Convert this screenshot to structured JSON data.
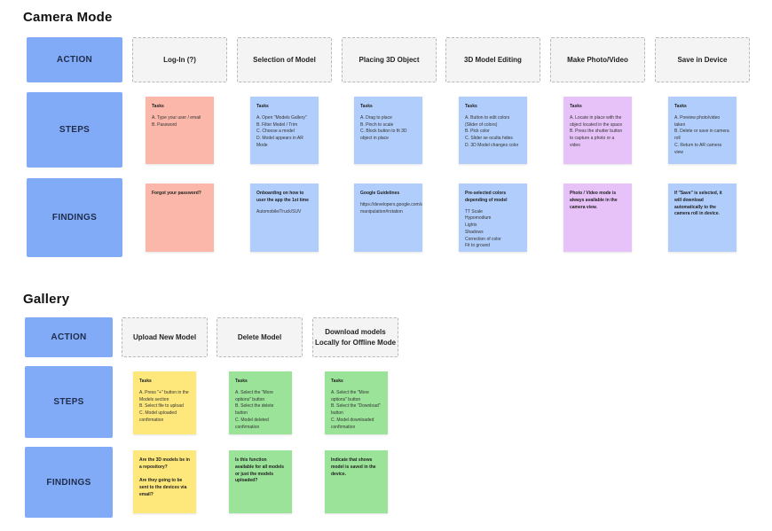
{
  "colors": {
    "row_label": "#82abf7",
    "action_box": "#f4f4f4",
    "note_pink": "#fbb8aa",
    "note_blue": "#b1cdfb",
    "note_purple": "#e7c2f9",
    "note_yellow": "#fee87b",
    "note_green": "#9ae398"
  },
  "camera_mode": {
    "title": "Camera Mode",
    "rows": {
      "action": "ACTION",
      "steps": "STEPS",
      "findings": "FINDINGS"
    },
    "actions": [
      "Log-In (?)",
      "Selection of Model",
      "Placing 3D Object",
      "3D Model Editing",
      "Make Photo/Video",
      "Save in Device"
    ],
    "steps": [
      {
        "title": "Tasks",
        "body": "A. Type your user / email\nB. Password",
        "color": "pink"
      },
      {
        "title": "Tasks",
        "body": "A. Open \"Models Gallery\"\nB. Filter Model / Trim\nC. Choose a model\nD. Model appears in AR Mode",
        "color": "blue"
      },
      {
        "title": "Tasks",
        "body": "A. Drag to place\nB. Pinch to scale\nC. Block button to fit 3D object in place",
        "color": "blue"
      },
      {
        "title": "Tasks",
        "body": "A. Button to edit colors (Slider of colors)\nB. Pick color\nC. Slider se oculta hides\nD. 3D Model changes color",
        "color": "blue"
      },
      {
        "title": "Tasks",
        "body": "A. Locate in place with the object located in the space\nB. Press the shutter button to capture a photo or a video",
        "color": "purple"
      },
      {
        "title": "Tasks",
        "body": "A. Preview photo/video taken\nB. Delete or save in camera roll\nC. Return to AR camera view",
        "color": "blue"
      }
    ],
    "findings": [
      {
        "text": "Forgot your password?",
        "color": "pink"
      },
      {
        "title": "Onboarding on how to user the app the 1st time",
        "body": "Automobile/Truck/SUV",
        "color": "blue"
      },
      {
        "title": "Google Guidelines",
        "body": "https://developers.google.com/ar/design/content/content-manipulation#rotation",
        "color": "blue"
      },
      {
        "title": "Pre-selected colors depending of model",
        "body": "TT Scale\nHypomodium\nLights\nShadows\nCorrection of color\nFit to ground",
        "color": "blue"
      },
      {
        "text": "Photo / Video mode is always available in the camera view.",
        "color": "purple"
      },
      {
        "text": "If \"Save\" is selected, it will download automatically to the camera roll in device.",
        "color": "blue"
      }
    ]
  },
  "gallery": {
    "title": "Gallery",
    "rows": {
      "action": "ACTION",
      "steps": "STEPS",
      "findings": "FINDINGS"
    },
    "actions": [
      "Upload New Model",
      "Delete Model",
      "Download models\nLocally for Offline Mode"
    ],
    "steps": [
      {
        "title": "Tasks",
        "body": "A. Press \"+\" button in the Models section\nB. Select file to upload\nC. Model uploaded confirmation",
        "color": "yellow"
      },
      {
        "title": "Tasks",
        "body": "A. Select the \"More options\" button\nB. Select the delete button\nC. Model deleted confirmation",
        "color": "green"
      },
      {
        "title": "Tasks",
        "body": "A. Select the \"More options\" button\nB. Select the \"Download\" button\nC. Model downloaded confirmation",
        "color": "green"
      }
    ],
    "findings": [
      {
        "text": "Are the 3D models be in a repository?\n\nAre they going to be sent to the devices via email?",
        "color": "yellow"
      },
      {
        "text": "Is this function available for all models or just the models uploaded?",
        "color": "green"
      },
      {
        "text": "Indicate that shows model is saved in the device.",
        "color": "green"
      }
    ]
  }
}
